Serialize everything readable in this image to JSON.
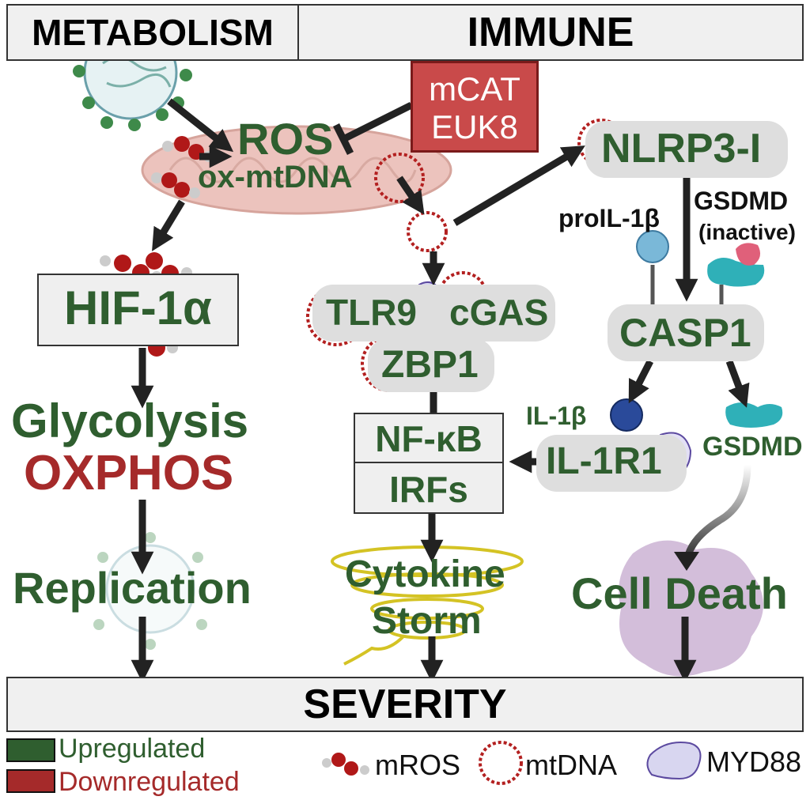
{
  "headers": {
    "metabolism": "METABOLISM",
    "immune": "IMMUNE",
    "severity": "SEVERITY"
  },
  "inhibitor": {
    "line1": "mCAT",
    "line2": "EUK8"
  },
  "mito": {
    "ros": "ROS",
    "oxmtdna": "ox-mtDNA"
  },
  "metabolism": {
    "hif": "HIF-1α",
    "glycolysis": "Glycolysis",
    "oxphos": "OXPHOS",
    "replication": "Replication"
  },
  "immune": {
    "tlr9": "TLR9",
    "cgas": "cGAS",
    "zbp1": "ZBP1",
    "nfkb": "NF-κB",
    "irfs": "IRFs",
    "cytokine": "Cytokine",
    "storm": "Storm",
    "nlrp3": "NLRP3-I",
    "proil1b": "proIL-1β",
    "gsdmd_inactive_1": "GSDMD",
    "gsdmd_inactive_2": "(inactive)",
    "casp1": "CASP1",
    "il1b": "IL-1β",
    "il1r1": "IL-1R1",
    "gsdmd": "GSDMD",
    "celldeath": "Cell Death"
  },
  "legend": {
    "up": "Upregulated",
    "down": "Downregulated",
    "mros": "mROS",
    "mtdna": "mtDNA",
    "myd88": "MYD88"
  },
  "colors": {
    "up": "#2f5e2f",
    "down": "#a52a2a",
    "inhibitor": "#c94a4a",
    "arrow": "#222222"
  },
  "icons": [
    "virus-icon",
    "mitochondrion-icon",
    "mros-icon",
    "mtdna-icon",
    "myd88-icon",
    "cytokine-storm-icon",
    "dying-cell-icon"
  ]
}
